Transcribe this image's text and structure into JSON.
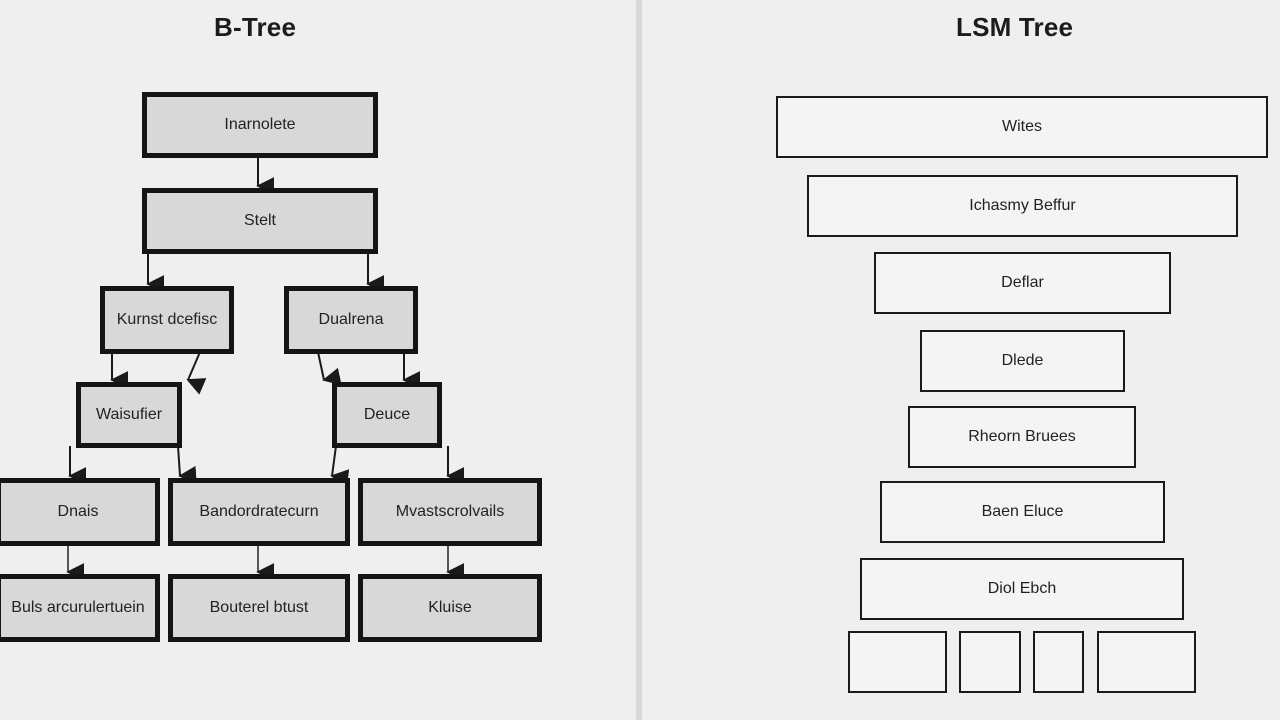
{
  "btree": {
    "title": "B-Tree",
    "nodes": {
      "root": "Inarnolete",
      "level1": "Stelt",
      "l2_left": "Kurnst dcefisc",
      "l2_right": "Dualrena",
      "l3_left": "Waisufier",
      "l3_right": "Deuce",
      "l4_a": "Dnais",
      "l4_b": "Bandordratecurn",
      "l4_c": "Mvastscrolvails",
      "l5_a": "Buls arcurulertuein",
      "l5_b": "Bouterel btust",
      "l5_c": "Kluise"
    }
  },
  "lsm": {
    "title": "LSM Tree",
    "levels": [
      "Wites",
      "Ichasmy Beffur",
      "Deflar",
      "Dlede",
      "Rheorn Bruees",
      "Baen Eluce",
      "Diol Ebch"
    ],
    "bottom_blocks": [
      "",
      "",
      "",
      ""
    ]
  }
}
